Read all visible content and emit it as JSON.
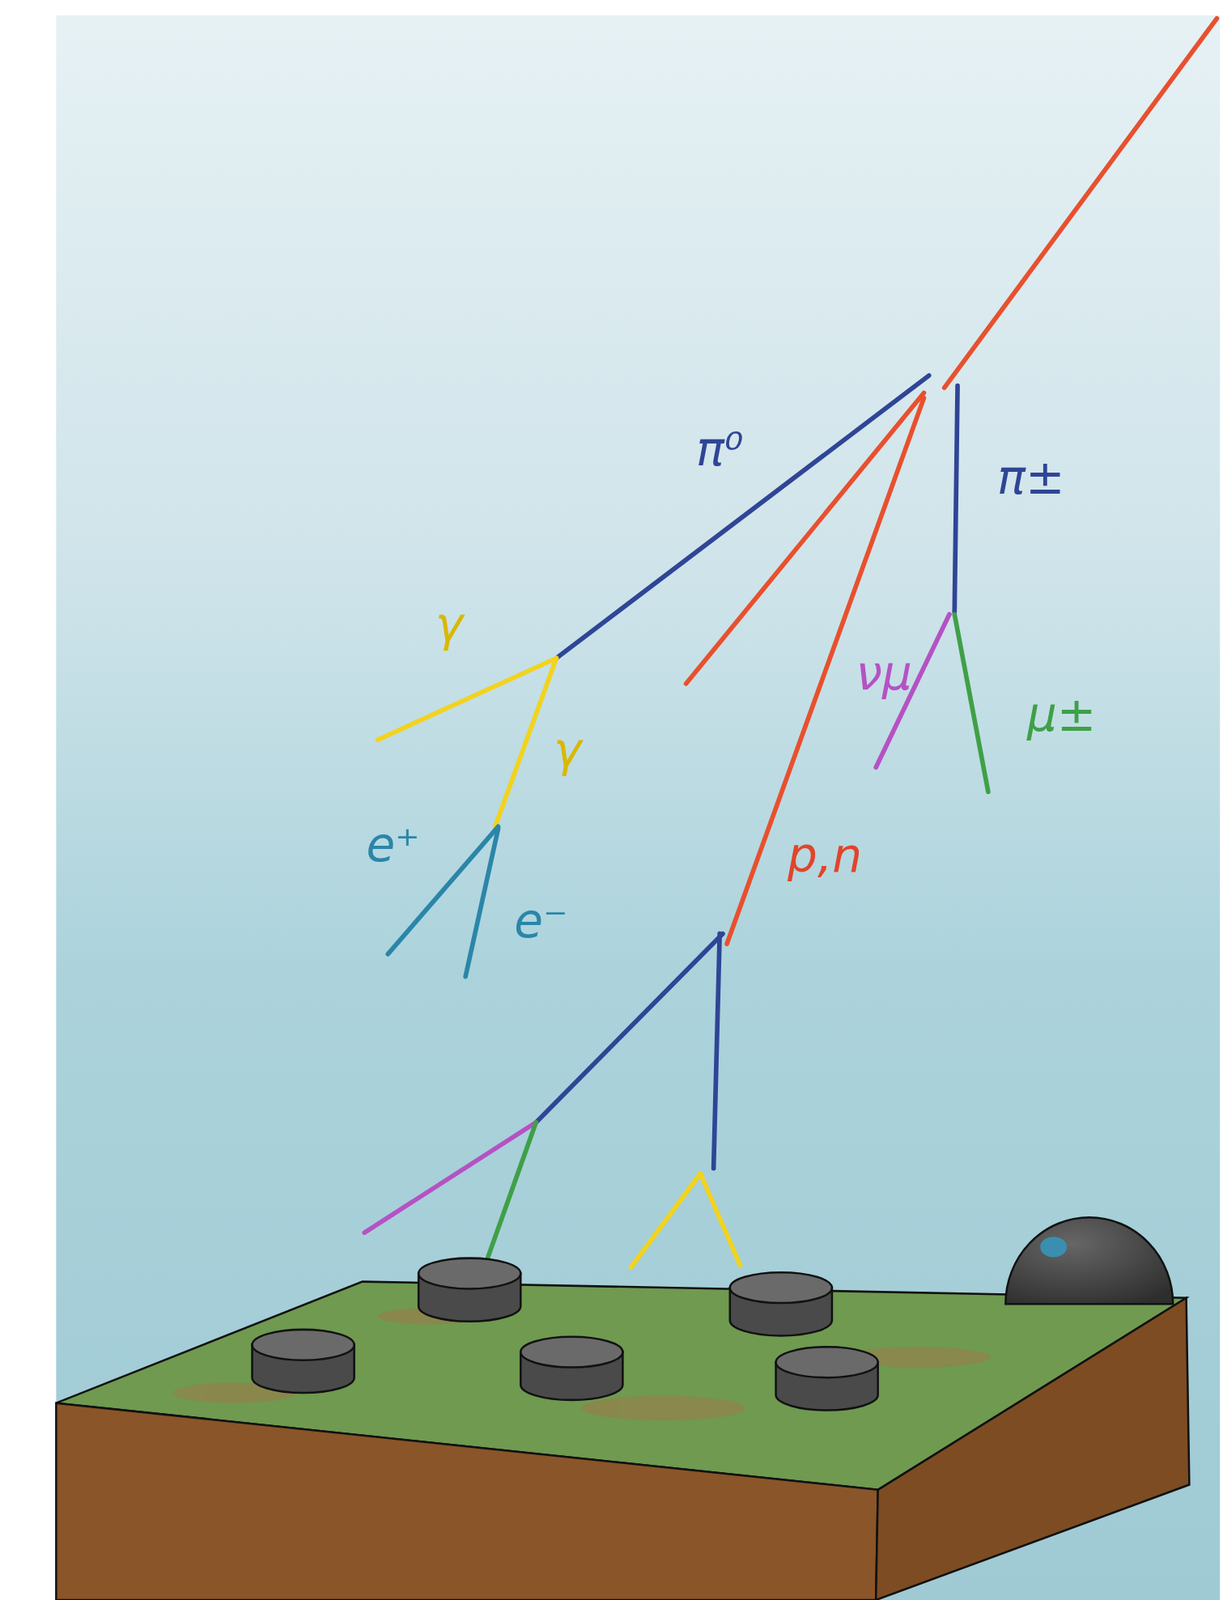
{
  "diagram": {
    "labels": [
      "π⁰",
      "π±",
      "γ",
      "γ",
      "e⁺",
      "e⁻",
      "p,n",
      "νμ",
      "μ±"
    ]
  }
}
